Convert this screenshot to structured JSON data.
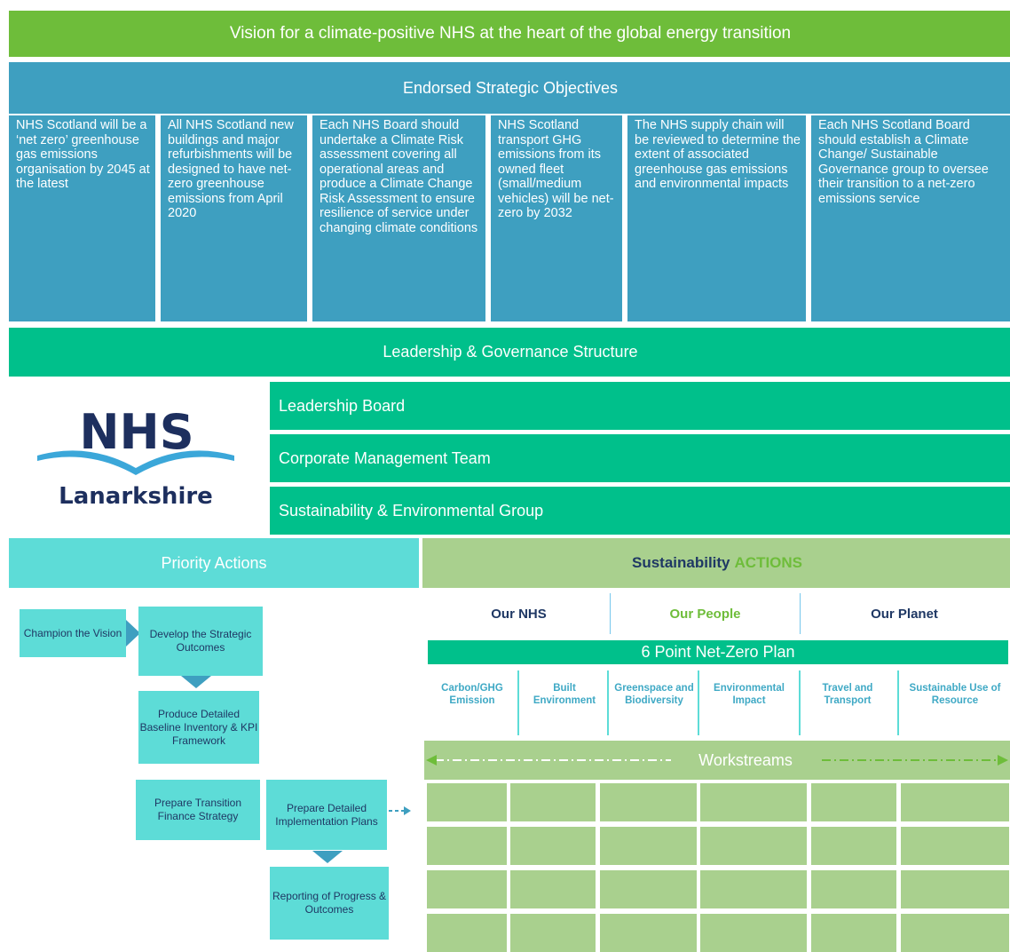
{
  "vision": "Vision for a climate-positive NHS at the heart of the global energy transition",
  "endorsed": "Endorsed Strategic Objectives",
  "objectives": [
    "NHS Scotland will be a ‘net zero’ greenhouse gas emissions organisation by 2045 at the latest",
    "All NHS Scotland new buildings and major refurbishments will be designed to have net-zero greenhouse emissions from April 2020",
    "Each NHS Board should undertake a Climate Risk assessment covering all operational areas and produce a Climate Change Risk Assessment to ensure resilience of service under changing climate conditions",
    "NHS Scotland transport GHG emissions from its owned fleet (small/medium vehicles) will be net-zero by 2032",
    "The NHS supply chain will be reviewed to determine the extent of associated greenhouse gas emissions and environmental impacts",
    "Each NHS Scotland Board should establish a Climate Change/ Sustainable Governance group to oversee their transition to a net-zero emissions service"
  ],
  "leadership": "Leadership & Governance Structure",
  "governance": [
    "Leadership Board",
    "Corporate Management Team",
    "Sustainability & Environmental Group"
  ],
  "logo": {
    "top": "NHS",
    "bottom": "Lanarkshire"
  },
  "priority_title": "Priority Actions",
  "sustainability": {
    "prefix": "Sustainability",
    "accent": "ACTIONS"
  },
  "pillars": [
    "Our NHS",
    "Our People",
    "Our Planet"
  ],
  "six_point": "6 Point Net-Zero Plan",
  "categories": [
    "Carbon/GHG Emission",
    "Built Environment",
    "Greenspace and Biodiversity",
    "Environmental Impact",
    "Travel and Transport",
    "Sustainable Use of Resource"
  ],
  "workstreams": "Workstreams",
  "priority_steps": {
    "champion": "Champion the Vision",
    "develop": "Develop the Strategic Outcomes",
    "baseline": "Produce Detailed Baseline Inventory & KPI Framework",
    "finance": "Prepare Transition Finance Strategy",
    "implementation": "Prepare Detailed Implementation Plans",
    "reporting": "Reporting of Progress & Outcomes"
  },
  "colors": {
    "green": "#6ebd3a",
    "blue": "#3e9fc0",
    "teal": "#00c08b",
    "light_teal": "#5ddcd7",
    "light_green": "#a9d08e",
    "navy": "#1f3864"
  }
}
